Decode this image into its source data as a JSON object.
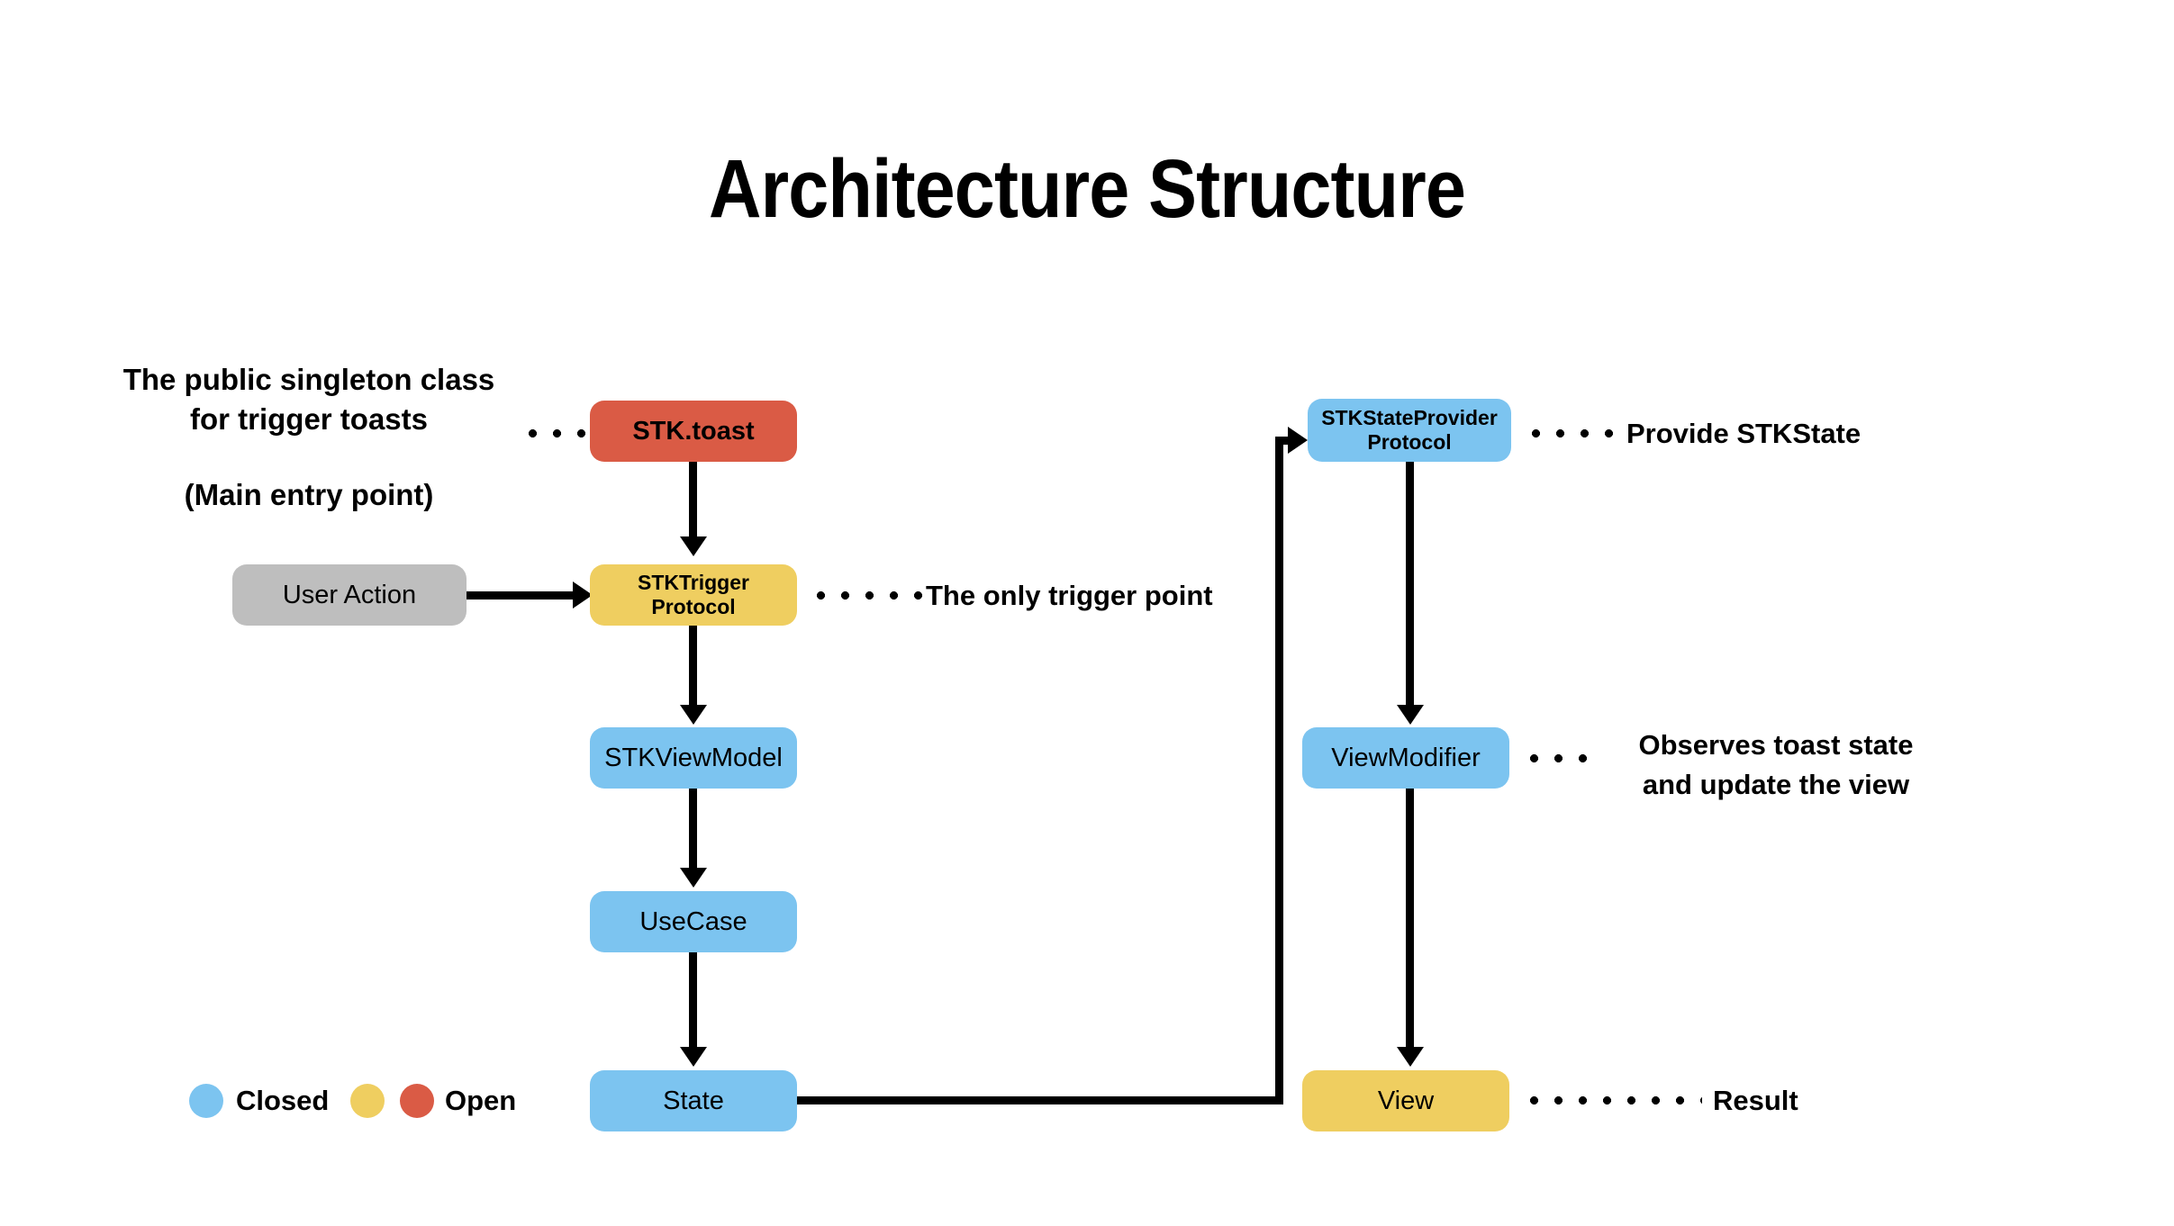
{
  "title": "Architecture Structure",
  "colors": {
    "blue": "#7CC4F0",
    "yellow": "#EFCE60",
    "red": "#DA5B45",
    "gray": "#BEBEBE",
    "line": "#000000",
    "background": "#FFFFFF"
  },
  "nodes": {
    "stk_toast": "STK.toast",
    "user_action": "User Action",
    "stk_trigger_line1": "STKTrigger",
    "stk_trigger_line2": "Protocol",
    "stk_viewmodel": "STKViewModel",
    "usecase": "UseCase",
    "state": "State",
    "stk_state_provider_line1": "STKStateProvider",
    "stk_state_provider_line2": "Protocol",
    "view_modifier": "ViewModifier",
    "view": "View"
  },
  "annotations": {
    "singleton_line1": "The public singleton class",
    "singleton_line2": "for trigger toasts",
    "main_entry": "(Main entry point)",
    "only_trigger_point": "The only trigger point",
    "provide_stkstate": "Provide STKState",
    "observes_line1": "Observes toast state",
    "observes_line2": "and update the view",
    "result": "Result"
  },
  "legend": {
    "closed_label": "Closed",
    "open_label": "Open",
    "items": [
      {
        "label": "Closed",
        "color": "#7CC4F0"
      },
      {
        "label": "Open",
        "color": "#EFCE60"
      },
      {
        "label": "Open",
        "color": "#DA5B45"
      }
    ]
  }
}
